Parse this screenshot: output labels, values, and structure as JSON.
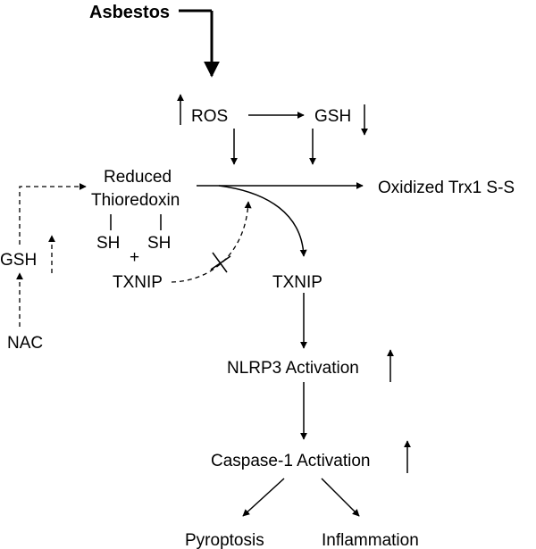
{
  "nodes": {
    "asbestos": "Asbestos",
    "ros": "ROS",
    "gsh_top": "GSH",
    "reduced": "Reduced",
    "thioredoxin": "Thioredoxin",
    "sh_left": "SH",
    "sh_right": "SH",
    "plus": "+",
    "txnip_left": "TXNIP",
    "oxidized": "Oxidized Trx1 S-S",
    "txnip_right": "TXNIP",
    "gsh_left": "GSH",
    "nac": "NAC",
    "nlrp3": "NLRP3 Activation",
    "caspase": "Caspase-1 Activation",
    "pyroptosis": "Pyroptosis",
    "inflammation": "Inflammation"
  },
  "colors": {
    "ink": "#000000",
    "background": "#ffffff"
  }
}
